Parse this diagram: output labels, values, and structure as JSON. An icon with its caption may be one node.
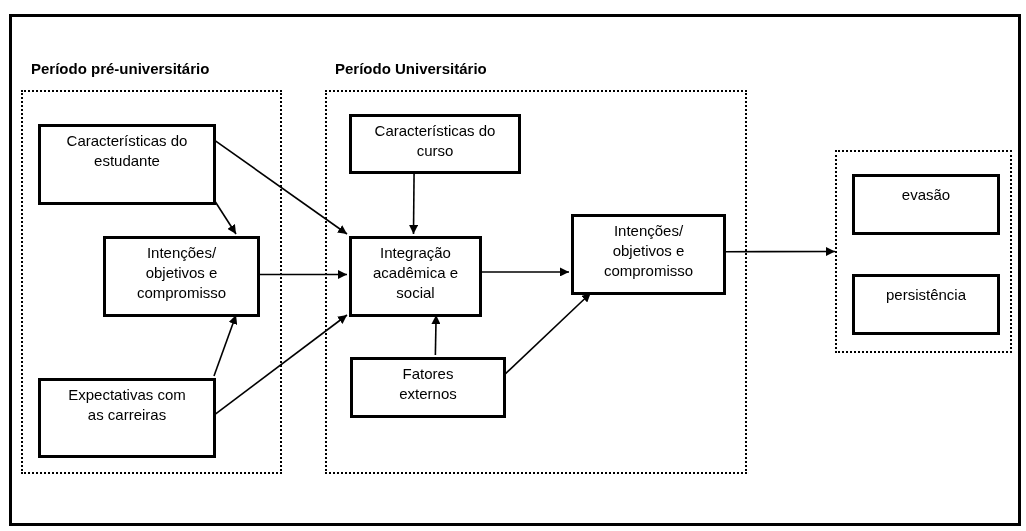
{
  "diagram": {
    "nodes": [
      {
        "text": [
          "Período pré-universitário"
        ]
      },
      {
        "text": [
          "Características do estudante"
        ],
        "in": 0
      },
      {
        "text": [
          "Intenções/ objetivos e compromisso"
        ],
        "in": 0
      },
      {
        "text": [
          "Expectativas com as carreiras"
        ],
        "in": 0
      },
      {
        "text": [
          "Período Universitário"
        ]
      },
      {
        "text": [
          "Características do curso"
        ],
        "in": 4
      },
      {
        "text": [
          "Integração acadêmica e social"
        ],
        "in": 4
      },
      {
        "text": [
          "Intenções/ objetivos e compromisso"
        ],
        "in": 4
      },
      {
        "text": [
          "Fatores externos"
        ],
        "in": 4
      },
      {
        "text": [],
        "shape": "box"
      },
      {
        "text": [
          "evasão"
        ],
        "in": 9
      },
      {
        "text": [
          "persistência"
        ],
        "in": 9
      }
    ],
    "edges": [
      {
        "from": 1,
        "to": 2,
        "arrow": "to"
      },
      {
        "from": 1,
        "to": 6,
        "arrow": "to"
      },
      {
        "from": 2,
        "to": 6,
        "arrow": "to"
      },
      {
        "from": 3,
        "to": 2,
        "arrow": "to"
      },
      {
        "from": 3,
        "to": 6,
        "arrow": "to"
      },
      {
        "from": 5,
        "to": 6,
        "arrow": "to"
      },
      {
        "from": 8,
        "to": 6,
        "arrow": "to"
      },
      {
        "from": 6,
        "to": 7,
        "arrow": "to"
      },
      {
        "from": 8,
        "to": 7,
        "arrow": "to"
      },
      {
        "from": 7,
        "to": 9,
        "arrow": "to"
      }
    ]
  }
}
